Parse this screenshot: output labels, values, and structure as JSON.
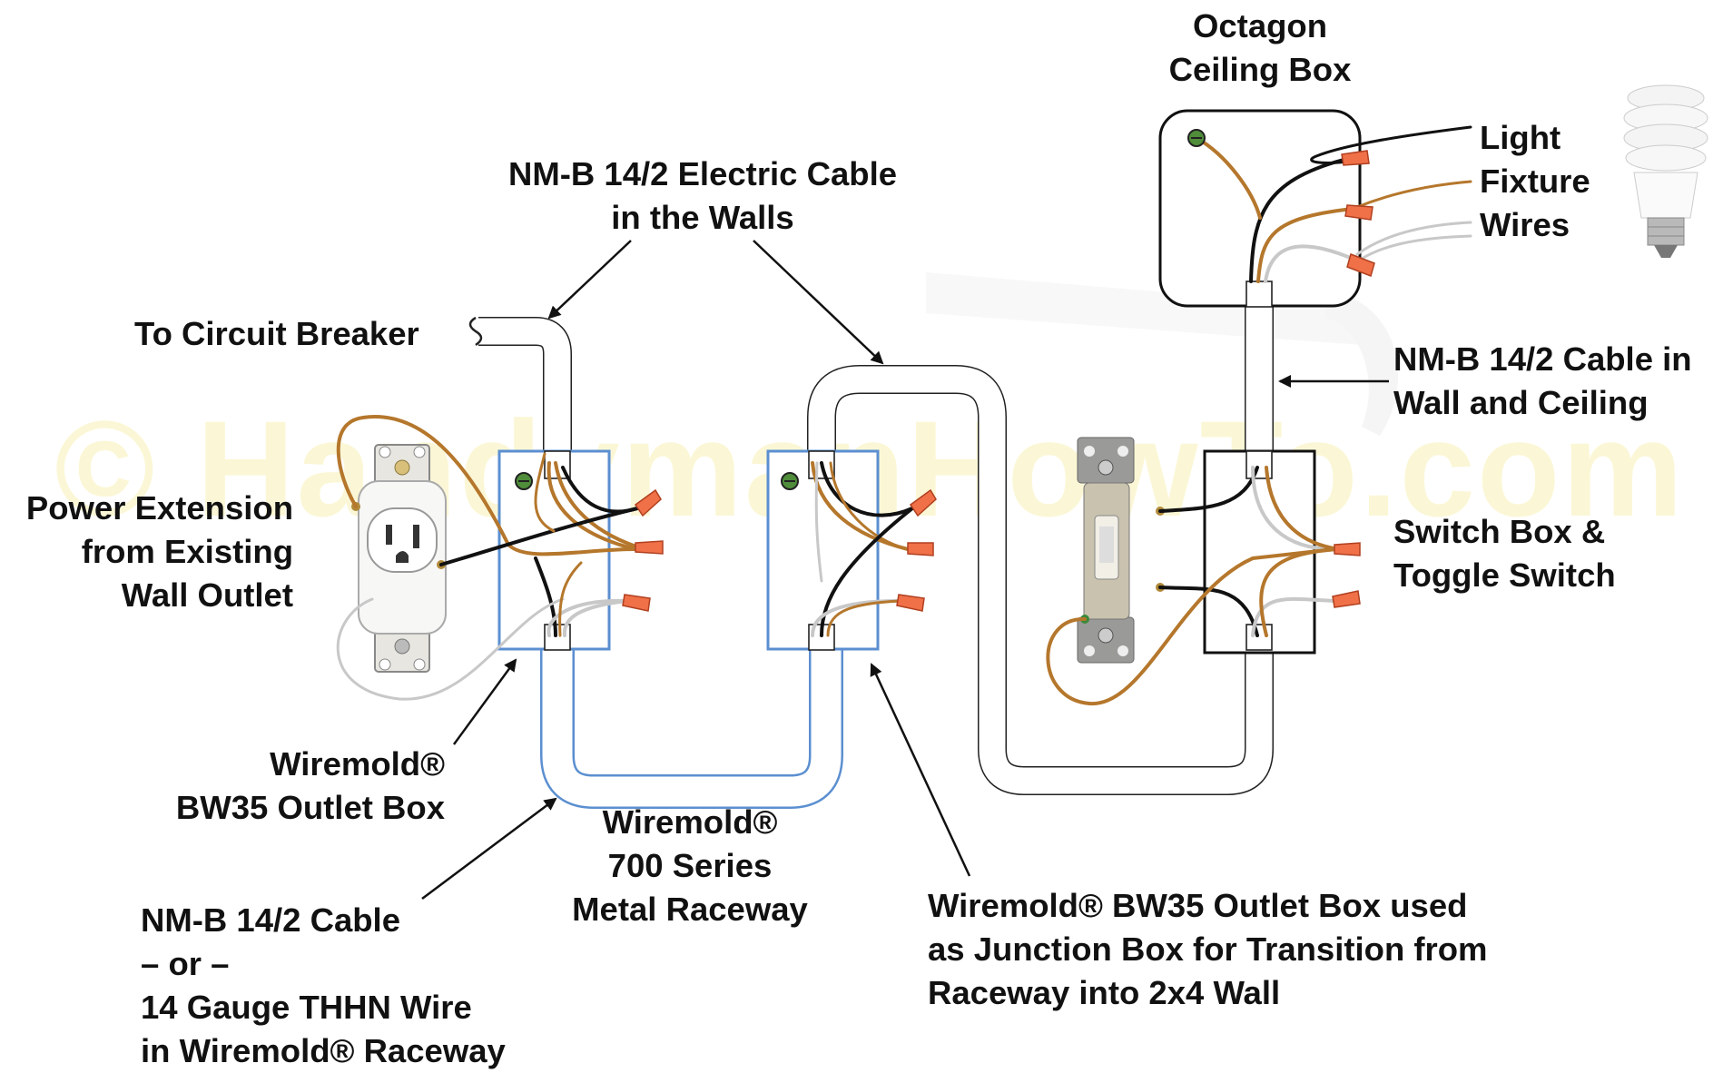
{
  "watermark": "© HandymanHowTo.com",
  "labels": {
    "octagon_box": [
      "Octagon",
      "Ceiling Box"
    ],
    "light_fixture": [
      "Light",
      "Fixture",
      "Wires"
    ],
    "nmb_walls": [
      "NM-B 14/2 Electric Cable",
      "in the Walls"
    ],
    "circuit_breaker": "To Circuit Breaker",
    "nmb_wall_ceiling": [
      "NM-B 14/2 Cable in",
      "Wall and Ceiling"
    ],
    "power_extension": [
      "Power Extension",
      "from Existing",
      "Wall Outlet"
    ],
    "switch_box": [
      "Switch Box &",
      "Toggle Switch"
    ],
    "bw35_box": [
      "Wiremold®",
      "BW35 Outlet Box"
    ],
    "raceway": [
      "Wiremold®",
      "700 Series",
      "Metal Raceway"
    ],
    "nmb_raceway": [
      "NM-B 14/2 Cable",
      "– or –",
      "14 Gauge THHN Wire",
      "in Wiremold® Raceway"
    ],
    "junction_box": [
      "Wiremold® BW35 Outlet Box used",
      "as Junction Box for Transition from",
      "Raceway into 2x4 Wall"
    ]
  },
  "colors": {
    "raceway_blue": "#5b8fd0",
    "wire_copper": "#b5772c",
    "wire_black": "#111111",
    "wire_white": "#c8c8c8",
    "wire_nut": "#f07048",
    "watermark": "#fbf7d6"
  }
}
